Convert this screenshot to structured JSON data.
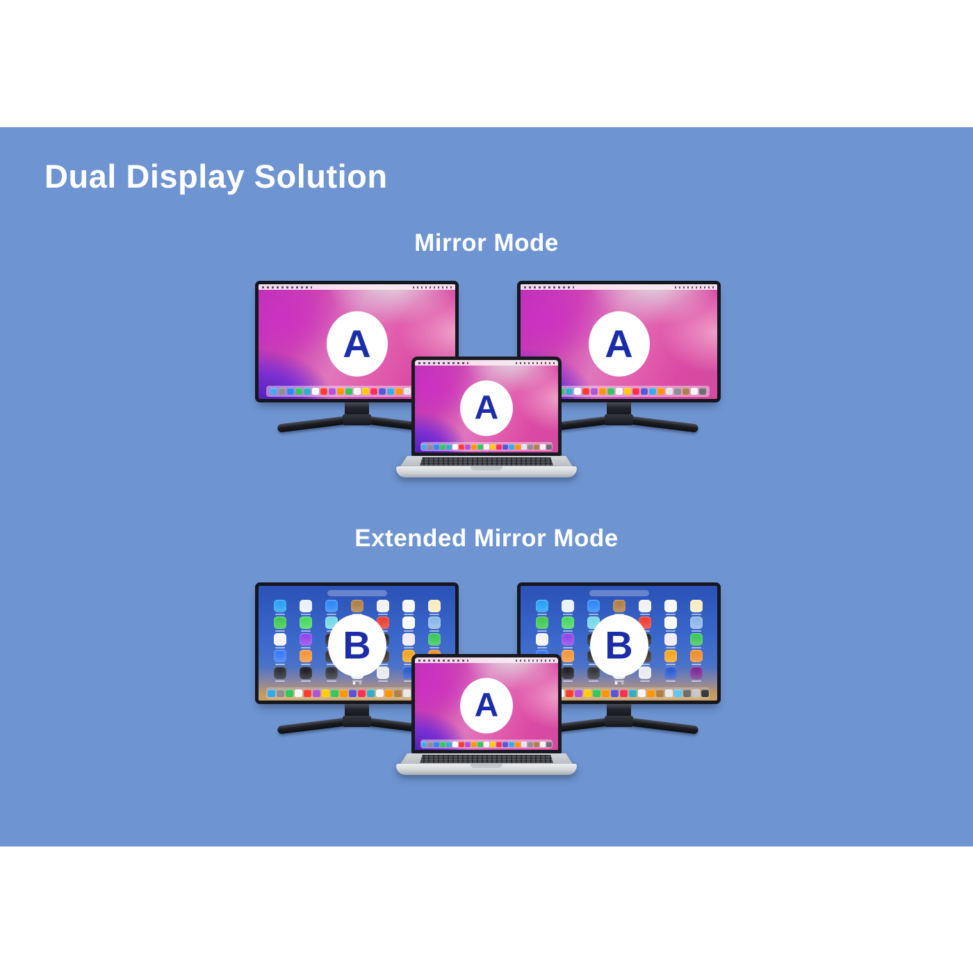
{
  "panel": {
    "bg": "#6E94D1",
    "title": "Dual Display Solution",
    "title_color": "#FFFFFF"
  },
  "sections": {
    "mirror": {
      "heading": "Mirror Mode",
      "monitor_left_label": "A",
      "monitor_right_label": "A",
      "laptop_label": "A"
    },
    "extended": {
      "heading": "Extended Mirror Mode",
      "monitor_left_label": "B",
      "monitor_right_label": "B",
      "laptop_label": "A"
    }
  },
  "badge": {
    "bg": "#FFFFFF",
    "text_color": "#1B2DA9"
  },
  "colors": {
    "bezel": "#15171E",
    "stand": "#1C1E24",
    "laptop_body": "#D2D5D8"
  },
  "dock_icons": [
    "#4AA8EE",
    "#8E8E93",
    "#2E8AF6",
    "#34C759",
    "#30B0C7",
    "#FFFFFF",
    "#FF3B30",
    "#AF52DE",
    "#FF9500",
    "#34C759",
    "#F5F5F7",
    "#FFCC02",
    "#FF2D55",
    "#5856D6",
    "#32ADE6",
    "#FF9500",
    "#E5E5EA",
    "#8E8E93",
    "#B08048",
    "#F5F5F7",
    "#6D6E73"
  ],
  "launchpad": {
    "grid": [
      "#29A2F5",
      "#E9F1FB",
      "#2F89F5",
      "#B08048",
      "#F2F2F2",
      "#F7F7F7",
      "#F7EDC0",
      "#43C956",
      "#4CD964",
      "#77D9E8",
      "#23242B",
      "#EE4035",
      "#FFFFFF",
      "#8FB8E8",
      "#F5F5F7",
      "#9348E8",
      "#23242B",
      "#2B2C33",
      "#23242B",
      "#F2ECF9",
      "#3FC75C",
      "#3A7BF6",
      "#F5973D",
      "#2A2B33",
      "#F06543",
      "#3C3129",
      "#F5A623",
      "#EF8F2E",
      "#2C2E38",
      "#202127",
      "#33353D",
      "#ECEDED",
      "#E8EAEE",
      "#2F5DD0",
      "#7B2F94"
    ],
    "dock": [
      "#2EA9F2",
      "#8E8E93",
      "#34C759",
      "#F5F5F7",
      "#FF3B30",
      "#AF52DE",
      "#FFCC02",
      "#34C759",
      "#FF9500",
      "#5856D6",
      "#FF2D55",
      "#30B0C7",
      "#F5F5F7",
      "#FF9500",
      "#B08048",
      "#E8E8ED",
      "#5AC8FA",
      "#6D6E73",
      "#C7C7CC",
      "#3A3A3C"
    ]
  }
}
